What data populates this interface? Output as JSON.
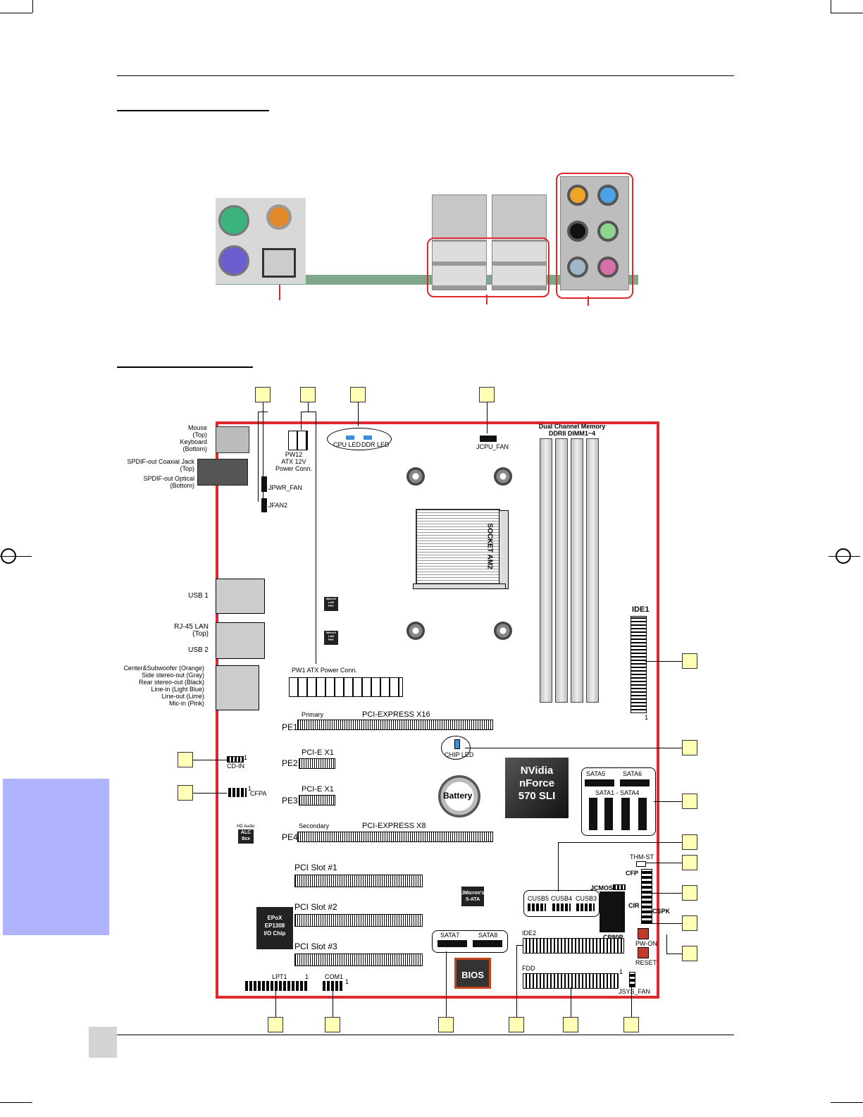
{
  "rear_panel": {
    "usb_group_color": "#e0282c"
  },
  "board": {
    "left_labels": {
      "mouse": "Mouse\n(Top)\nKeyboard\n(Bottom)",
      "spdif": "SPDIF-out Coaxial Jack\n(Top)",
      "spdif_optical": "SPDIF-out Optical\n(Bottom)",
      "usb1": "USB 1",
      "rj45": "RJ-45 LAN\n(Top)",
      "usb2": "USB 2",
      "audio": "Center&Subwoofer (Orange)\nSide stereo-out (Gray)\nRear stereo-out (Black)\nLine-in (Light Blue)\nLine-out (Lime)\nMic-in (Pink)"
    },
    "connectors": {
      "jpwr_fan": "JPWR_FAN",
      "jfan2": "JFAN2",
      "pw12": "PW12\nATX 12V\nPower Conn.",
      "cpu_led": "CPU LED",
      "ddr_led": "DDR LED",
      "jcpu_fan": "JCPU_FAN",
      "dimm_title": "Dual Channel Memory\nDDRII DIMM1~4",
      "socket": "SOCKET AM2",
      "lan_phy": "Marvell\nLAN\nPHY",
      "pw1": "PW1 ATX Power Conn.",
      "ide1": "IDE1",
      "ide1_pin": "1",
      "pe1": "PE1",
      "primary": "Primary",
      "pcie_x16": "PCI-EXPRESS X16",
      "chip_led": "CHIP LED",
      "pe2": "PE2",
      "pcie_x1_a": "PCI-E X1",
      "cd_in": "CD-IN",
      "cd_pin": "1",
      "nvidia": "NVidia\nnForce\n570 SLI",
      "sata5": "SATA5",
      "sata6": "SATA6",
      "sata14": "SATA1 - SATA4",
      "pe3": "PE3",
      "pcie_x1_b": "PCI-E X1",
      "cfpa": "CFPA",
      "cfpa_pin": "1",
      "battery": "Battery",
      "pe4": "PE4",
      "secondary": "Secondary",
      "pcie_x8": "PCI-EXPRESS X8",
      "hd_audio": "HD Audio",
      "alc": "ALC\n8xx",
      "pci1": "PCI Slot #1",
      "pci2": "PCI Slot #2",
      "pci3": "PCI Slot #3",
      "thm_st": "THM-ST",
      "cfp": "CFP",
      "cir": "CIR",
      "cspk": "CSPK",
      "jmicron": "JMicron's\nS-ATA",
      "jcmos": "JCMOS",
      "cusb5": "CUSB5",
      "cusb4": "CUSB4",
      "cusb3": "CUSB3",
      "cp80p": "CP80P",
      "epox": "EPoX\nEP1308\nI/O Chip",
      "sata7": "SATA7",
      "sata8": "SATA8",
      "ide2": "IDE2",
      "pw_on": "PW-ON",
      "reset": "RESET",
      "bios": "BIOS",
      "lpt1": "LPT1",
      "lpt_pin": "1",
      "com1": "COM1",
      "com_pin": "1",
      "fdd": "FDD",
      "fdd_pin": "1",
      "jsys_fan": "JSYS_FAN"
    }
  },
  "colors": {
    "board_outline": "#e0282c",
    "callout_fill": "#ffffb5",
    "sidebar": "#b0b4ff"
  }
}
